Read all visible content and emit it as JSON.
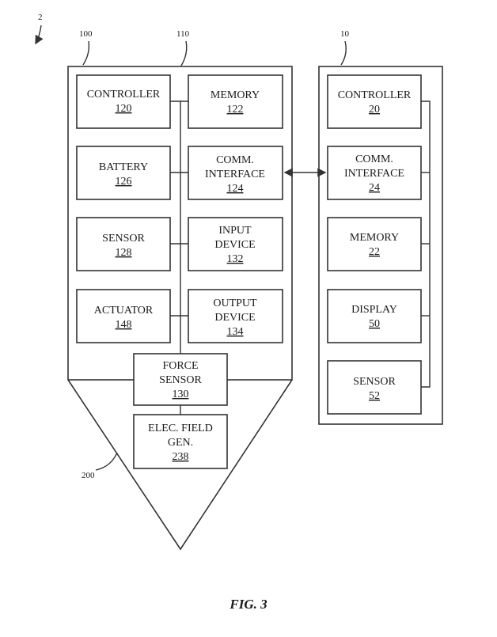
{
  "figure_label": "FIG. 3",
  "refs": {
    "fig_ref": "2",
    "stylus_ref": "100",
    "housing_ref": "110",
    "tip_ref": "200",
    "device_ref": "10"
  },
  "stylus_blocks": {
    "controller": {
      "label": "CONTROLLER",
      "number": "120"
    },
    "memory": {
      "label": "MEMORY",
      "number": "122"
    },
    "battery": {
      "label": "BATTERY",
      "number": "126"
    },
    "comm_interface": {
      "label_line1": "COMM.",
      "label_line2": "INTERFACE",
      "number": "124"
    },
    "sensor": {
      "label": "SENSOR",
      "number": "128"
    },
    "input_device": {
      "label_line1": "INPUT",
      "label_line2": "DEVICE",
      "number": "132"
    },
    "actuator": {
      "label": "ACTUATOR",
      "number": "148"
    },
    "output_device": {
      "label_line1": "OUTPUT",
      "label_line2": "DEVICE",
      "number": "134"
    },
    "force_sensor": {
      "label_line1": "FORCE",
      "label_line2": "SENSOR",
      "number": "130"
    },
    "elec_field_gen": {
      "label_line1": "ELEC. FIELD",
      "label_line2": "GEN.",
      "number": "238"
    }
  },
  "device_blocks": {
    "controller": {
      "label": "CONTROLLER",
      "number": "20"
    },
    "comm_interface": {
      "label_line1": "COMM.",
      "label_line2": "INTERFACE",
      "number": "24"
    },
    "memory": {
      "label": "MEMORY",
      "number": "22"
    },
    "display": {
      "label": "DISPLAY",
      "number": "50"
    },
    "sensor": {
      "label": "SENSOR",
      "number": "52"
    }
  }
}
